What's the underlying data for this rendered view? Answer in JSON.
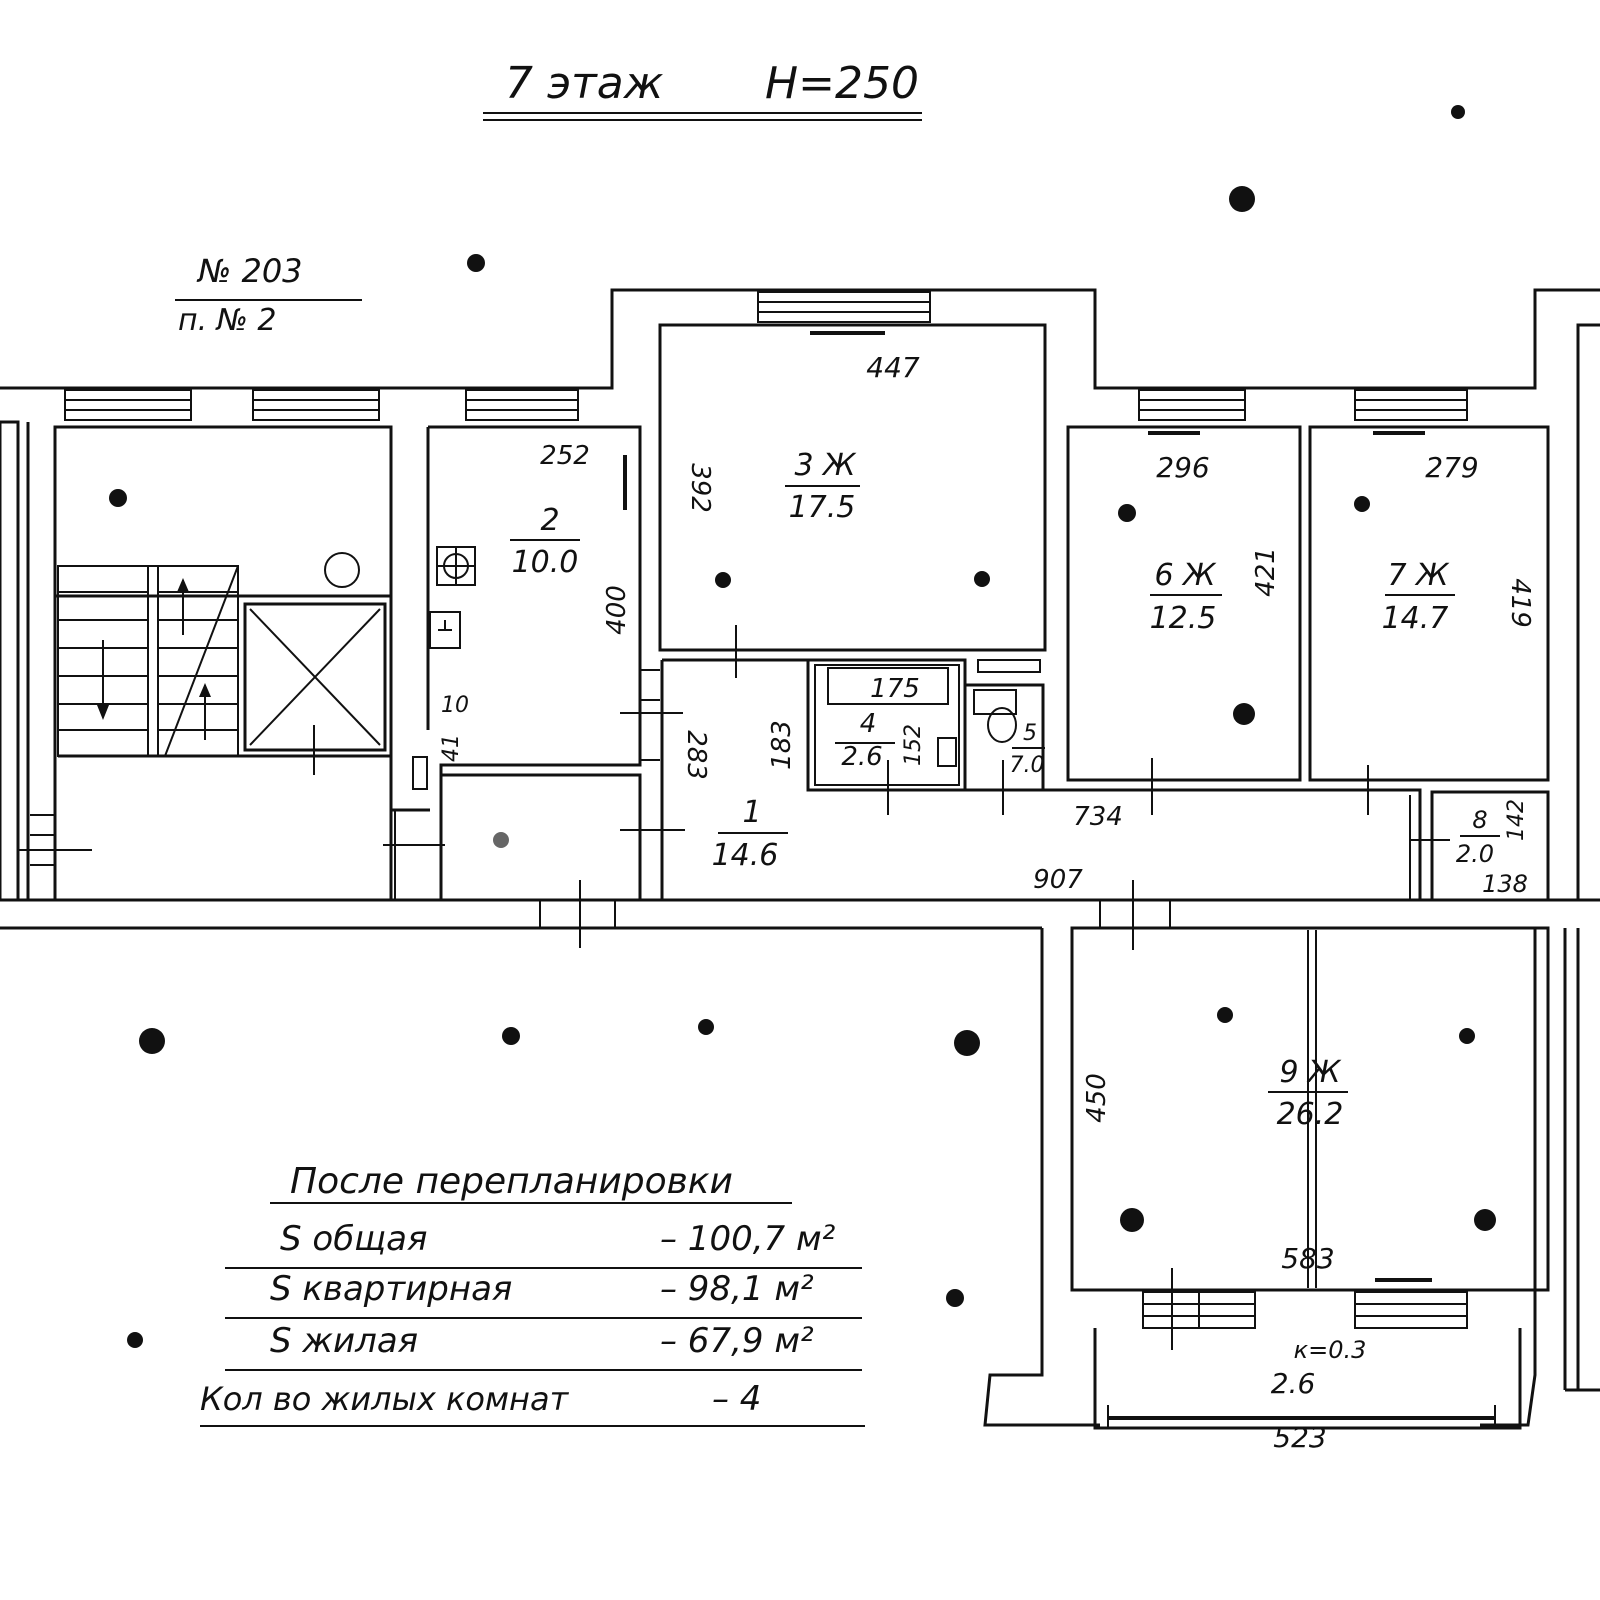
{
  "title": {
    "floor": "7 этаж",
    "height": "H=250"
  },
  "apartment": {
    "number": "№ 203",
    "subnumber": "п. № 2"
  },
  "rooms": {
    "r1": {
      "label": "1",
      "area": "14.6"
    },
    "r2": {
      "label": "2",
      "area": "10.0"
    },
    "r3": {
      "label": "3 Ж",
      "area": "17.5"
    },
    "r4": {
      "label": "4",
      "area": "2.6"
    },
    "r5": {
      "label": "5",
      "area": "7.0"
    },
    "r6": {
      "label": "6 Ж",
      "area": "12.5"
    },
    "r7": {
      "label": "7 Ж",
      "area": "14.7"
    },
    "r8": {
      "label": "8",
      "area": "2.0"
    },
    "r9": {
      "label": "9 Ж",
      "area": "26.2"
    },
    "balcony": {
      "coef": "к=0.3",
      "area": "2.6"
    }
  },
  "dimensions": {
    "d252": "252",
    "d400": "400",
    "d10": "10",
    "d41": "41",
    "d447": "447",
    "d392": "392",
    "d296": "296",
    "d421": "421",
    "d279": "279",
    "d419": "419",
    "d175": "175",
    "d152": "152",
    "d183": "183",
    "d283": "283",
    "d734": "734",
    "d907": "907",
    "d142": "142",
    "d138": "138",
    "d450": "450",
    "d583": "583",
    "d523": "523"
  },
  "summary": {
    "heading": "После перепланировки",
    "total_label": "S общая",
    "total_value": "– 100,7 м²",
    "apartment_label": "S квартирная",
    "apartment_value": "– 98,1 м²",
    "living_label": "S жилая",
    "living_value": "– 67,9 м²",
    "rooms_label": "Кол во жилых комнат",
    "rooms_value": "– 4"
  }
}
